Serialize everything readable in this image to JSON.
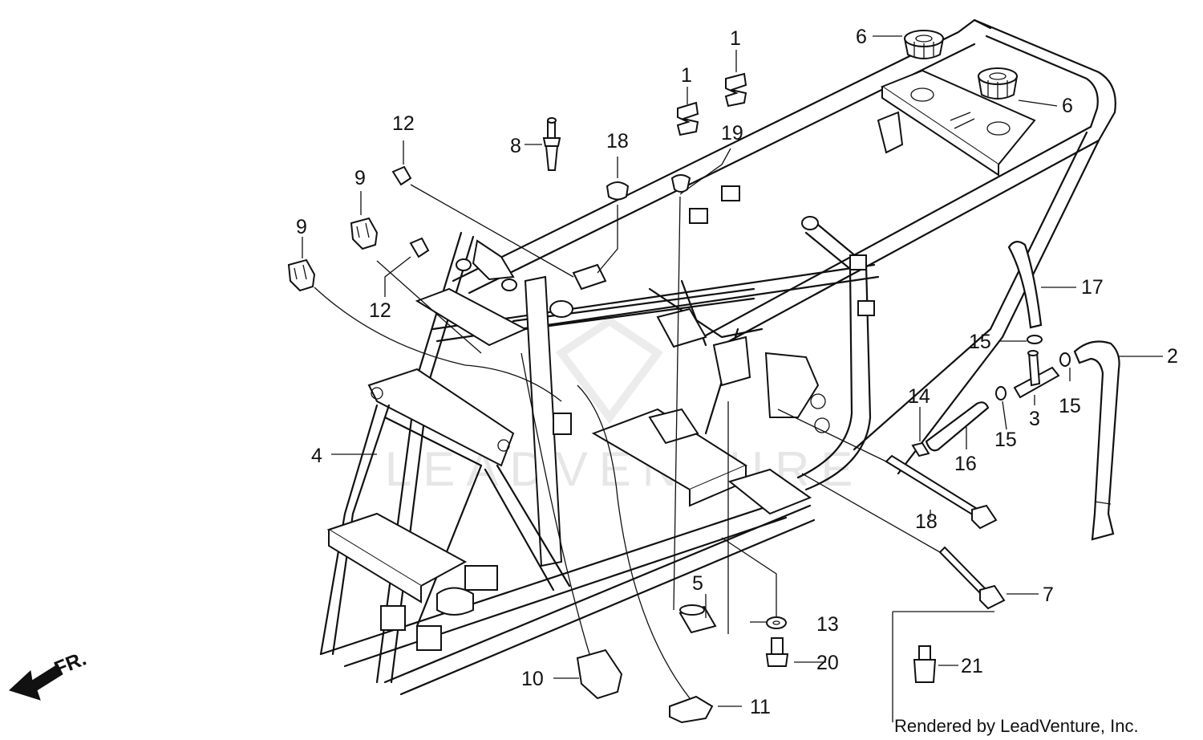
{
  "callouts": [
    {
      "id": "c1a",
      "text": "1"
    },
    {
      "id": "c1b",
      "text": "1"
    },
    {
      "id": "c2",
      "text": "2"
    },
    {
      "id": "c3",
      "text": "3"
    },
    {
      "id": "c4",
      "text": "4"
    },
    {
      "id": "c5",
      "text": "5"
    },
    {
      "id": "c6a",
      "text": "6"
    },
    {
      "id": "c6b",
      "text": "6"
    },
    {
      "id": "c7",
      "text": "7"
    },
    {
      "id": "c8",
      "text": "8"
    },
    {
      "id": "c9a",
      "text": "9"
    },
    {
      "id": "c9b",
      "text": "9"
    },
    {
      "id": "c10",
      "text": "10"
    },
    {
      "id": "c11",
      "text": "11"
    },
    {
      "id": "c12a",
      "text": "12"
    },
    {
      "id": "c12b",
      "text": "12"
    },
    {
      "id": "c13",
      "text": "13"
    },
    {
      "id": "c14",
      "text": "14"
    },
    {
      "id": "c15a",
      "text": "15"
    },
    {
      "id": "c15b",
      "text": "15"
    },
    {
      "id": "c15c",
      "text": "15"
    },
    {
      "id": "c16",
      "text": "16"
    },
    {
      "id": "c17",
      "text": "17"
    },
    {
      "id": "c18a",
      "text": "18"
    },
    {
      "id": "c18b",
      "text": "18"
    },
    {
      "id": "c19",
      "text": "19"
    },
    {
      "id": "c20",
      "text": "20"
    },
    {
      "id": "c21",
      "text": "21"
    }
  ],
  "direction_label": "FR.",
  "watermark": "LEADVENTURE",
  "credit": "Rendered by LeadVenture, Inc."
}
